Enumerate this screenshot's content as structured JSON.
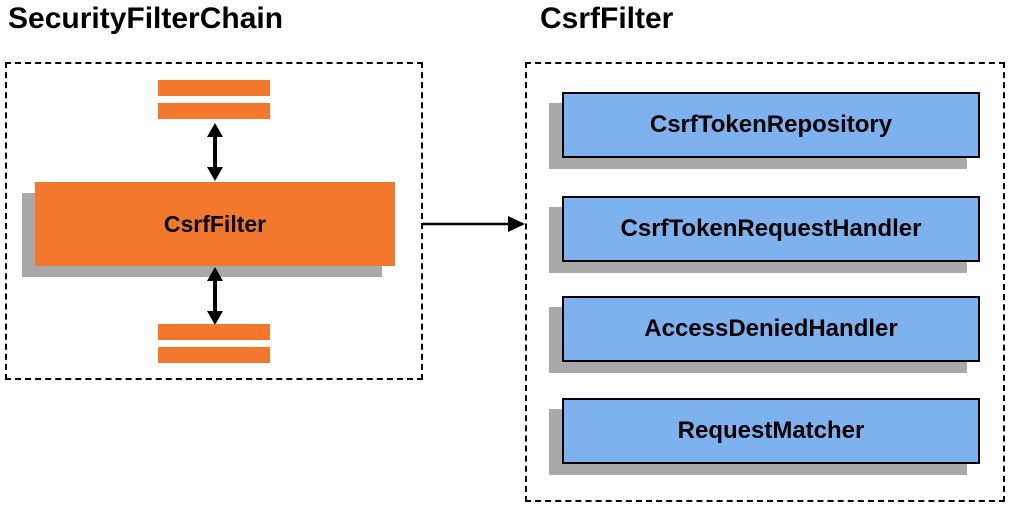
{
  "left_panel": {
    "title": "SecurityFilterChain",
    "filter_label": "CsrfFilter"
  },
  "right_panel": {
    "title": "CsrfFilter",
    "components": [
      {
        "label": "CsrfTokenRepository"
      },
      {
        "label": "CsrfTokenRequestHandler"
      },
      {
        "label": "AccessDeniedHandler"
      },
      {
        "label": "RequestMatcher"
      }
    ]
  },
  "colors": {
    "orange": "#F4772E",
    "blue": "#7EB2EF",
    "shadow": "#A9A9A9",
    "line": "#000000"
  }
}
